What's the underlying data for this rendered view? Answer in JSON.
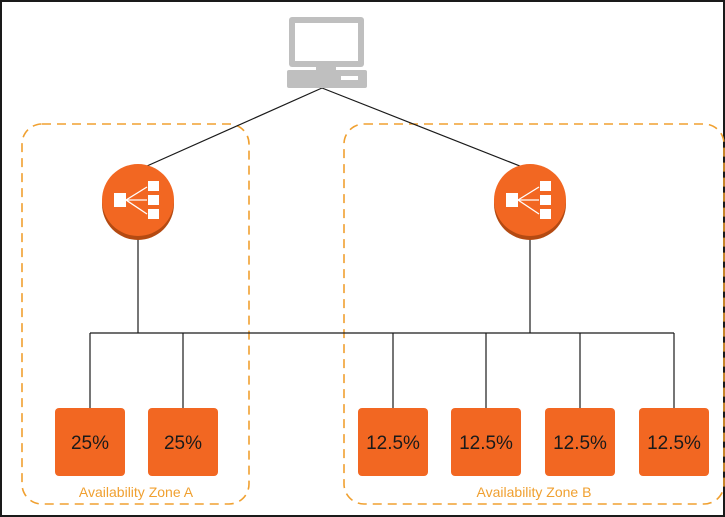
{
  "diagram": {
    "client": {
      "icon": "desktop-computer-icon"
    },
    "load_balancers": [
      {
        "icon": "load-balancer-icon",
        "zone": "A"
      },
      {
        "icon": "load-balancer-icon",
        "zone": "B"
      }
    ],
    "zones": [
      {
        "label": "Availability Zone A"
      },
      {
        "label": "Availability Zone B"
      }
    ],
    "instances": [
      {
        "label": "25%",
        "zone": "A"
      },
      {
        "label": "25%",
        "zone": "A"
      },
      {
        "label": "12.5%",
        "zone": "B"
      },
      {
        "label": "12.5%",
        "zone": "B"
      },
      {
        "label": "12.5%",
        "zone": "B"
      },
      {
        "label": "12.5%",
        "zone": "B"
      }
    ],
    "colors": {
      "accent": "#f26722",
      "zone_border": "#f0a030",
      "zone_text": "#f0a030",
      "line": "#1a1a1a",
      "monitor": "#bfbfbf"
    }
  }
}
